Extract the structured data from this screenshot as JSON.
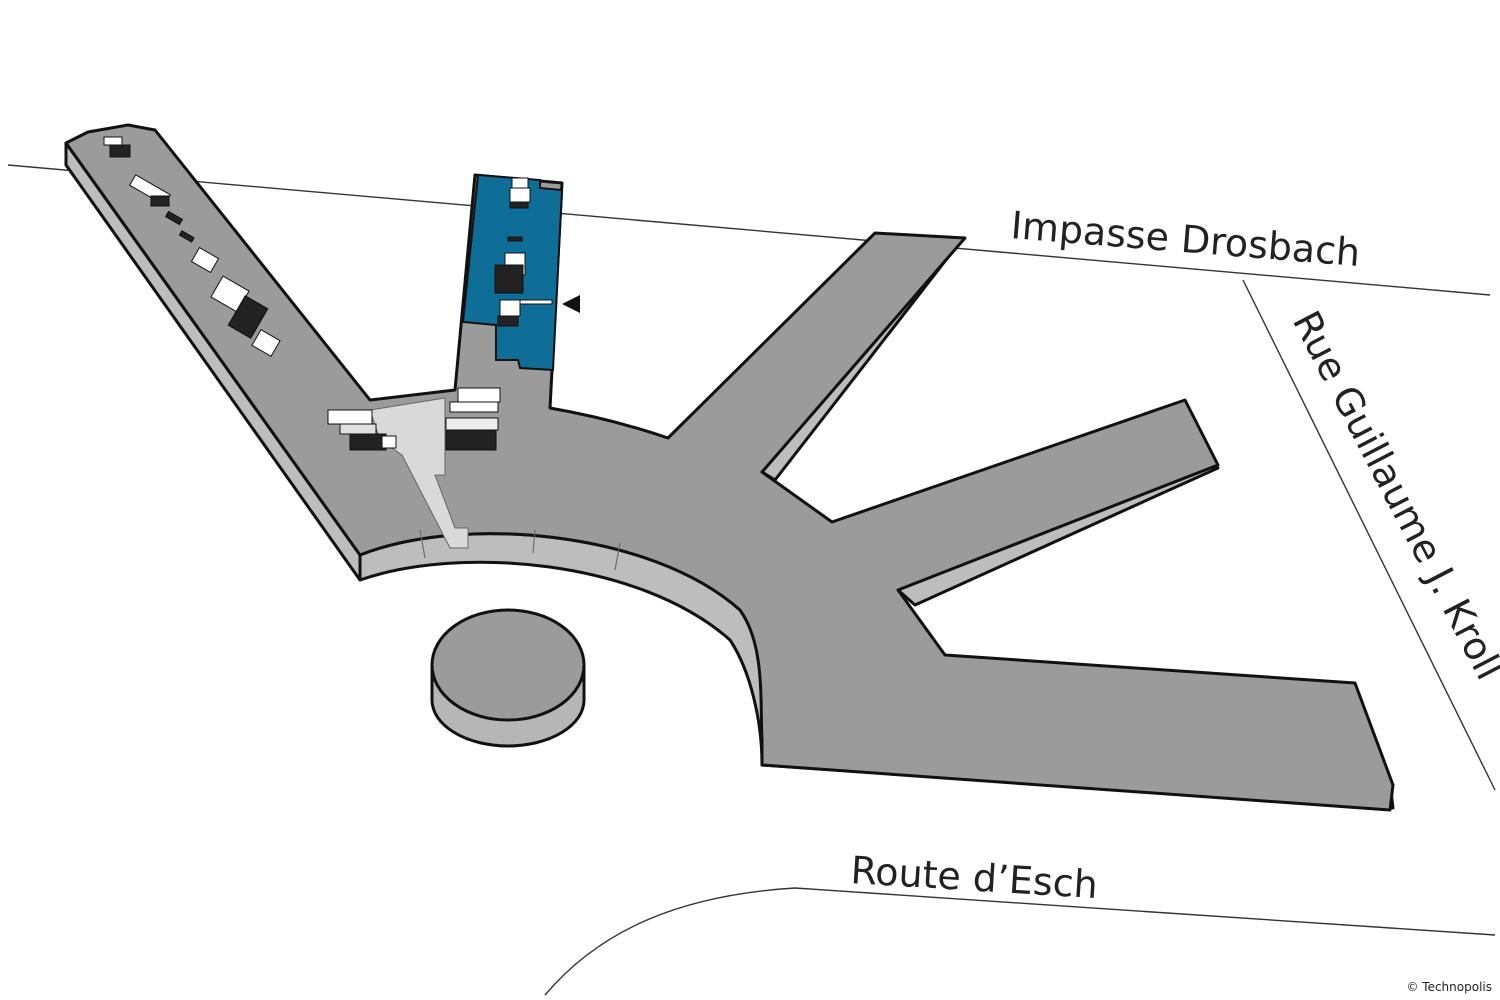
{
  "streets": {
    "impasse": "Impasse Drosbach",
    "rue": "Rue Guillaume J. Kroll",
    "route": "Route d’Esch"
  },
  "credit": "© Technopolis",
  "colors": {
    "floor": "#9b9b9b",
    "wall_side": "#bdbdbd",
    "highlight": "#0e6e97",
    "outline": "#111111",
    "road_line": "#333333",
    "corridor_light": "#d9d9d9"
  },
  "highlighted_unit": "blue office zone in north wing",
  "marker_icon": "location-pointer-icon"
}
